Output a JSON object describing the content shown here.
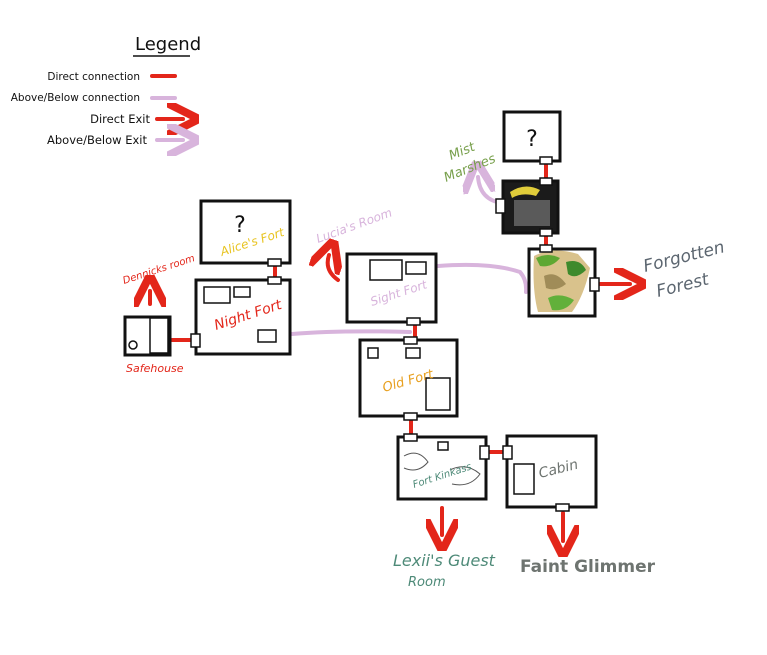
{
  "legend": {
    "title": "Legend",
    "items": [
      {
        "label": "Direct connection",
        "color": "#e3261a",
        "kind": "line"
      },
      {
        "label": "Above/Below connection",
        "color": "#d8b4dc",
        "kind": "line"
      },
      {
        "label": "Direct Exit",
        "color": "#e3261a",
        "kind": "arrow"
      },
      {
        "label": "Above/Below Exit",
        "color": "#d8b4dc",
        "kind": "arrow"
      }
    ]
  },
  "rooms": {
    "unknown_top": "?",
    "alices_fort": "Alice's Fort",
    "alices_fort_mark": "?",
    "night_fort": "Night Fort",
    "safehouse": "Safehouse",
    "sight_fort": "Sight Fort",
    "old_fort": "Old Fort",
    "fort_kinkass": "Fort Kinkass",
    "cabin": "Cabin"
  },
  "exits": {
    "dennicks_room": "Dennicks room",
    "lucias_room": "Lucia's Room",
    "mist_marshes_line1": "Mist",
    "mist_marshes_line2": "Marshes",
    "forgotten_forest_line1": "Forgotten",
    "forgotten_forest_line2": "Forest",
    "lexiis_guest_room_line1": "Lexii's Guest",
    "lexiis_guest_room_line2": "Room",
    "faint_glimmer": "Faint Glimmer"
  },
  "colors": {
    "direct": "#e3261a",
    "above_below": "#d8b4dc",
    "alice_text": "#e8c422",
    "night_text": "#e3261a",
    "old_text": "#e8a020",
    "sight_text": "#d8b4dc",
    "teal_text": "#4e8a78",
    "gray_text": "#6e7470",
    "green_text": "#78a04c",
    "forest_text": "#5c6670"
  }
}
